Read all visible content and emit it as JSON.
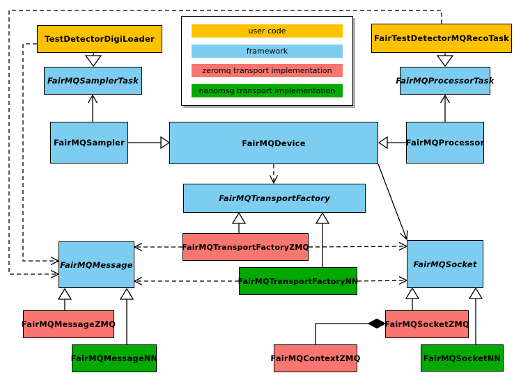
{
  "legend": {
    "items": [
      {
        "label": "user code",
        "color": "#FCC200",
        "class": "gold"
      },
      {
        "label": "framework",
        "color": "#7DCDF0",
        "class": "blue"
      },
      {
        "label": "zeromq transport implementation",
        "color": "#F9756F",
        "class": "red"
      },
      {
        "label": "nanomsg transport implementation",
        "color": "#01A901",
        "class": "green"
      }
    ]
  },
  "nodes": {
    "digiloader": {
      "label": "TestDetectorDigiLoader",
      "category": "user code",
      "abstract": false
    },
    "recotask": {
      "label": "FairTestDetectorMQRecoTask",
      "category": "user code",
      "abstract": false
    },
    "samplertask": {
      "label": "FairMQSamplerTask",
      "category": "framework",
      "abstract": true
    },
    "processortask": {
      "label": "FairMQProcessorTask",
      "category": "framework",
      "abstract": true
    },
    "sampler": {
      "label": "FairMQSampler",
      "category": "framework",
      "abstract": false
    },
    "device": {
      "label": "FairMQDevice",
      "category": "framework",
      "abstract": false
    },
    "processor": {
      "label": "FairMQProcessor",
      "category": "framework",
      "abstract": false
    },
    "transportfactory": {
      "label": "FairMQTransportFactory",
      "category": "framework",
      "abstract": true
    },
    "tfzmq": {
      "label": "FairMQTransportFactoryZMQ",
      "category": "zeromq transport implementation",
      "abstract": false
    },
    "tfnn": {
      "label": "FairMQTransportFactoryNN",
      "category": "nanomsg transport implementation",
      "abstract": false
    },
    "message": {
      "label": "FairMQMessage",
      "category": "framework",
      "abstract": true
    },
    "socket": {
      "label": "FairMQSocket",
      "category": "framework",
      "abstract": true
    },
    "messagezmq": {
      "label": "FairMQMessageZMQ",
      "category": "zeromq transport implementation",
      "abstract": false
    },
    "messagenn": {
      "label": "FairMQMessageNN",
      "category": "nanomsg transport implementation",
      "abstract": false
    },
    "contextzmq": {
      "label": "FairMQContextZMQ",
      "category": "zeromq transport implementation",
      "abstract": false
    },
    "socketzmq": {
      "label": "FairMQSocketZMQ",
      "category": "zeromq transport implementation",
      "abstract": false
    },
    "socketnn": {
      "label": "FairMQSocketNN",
      "category": "nanomsg transport implementation",
      "abstract": false
    }
  },
  "edges": [
    {
      "from": "digiloader",
      "to": "samplertask",
      "type": "generalization-hollow-triangle"
    },
    {
      "from": "recotask",
      "to": "processortask",
      "type": "generalization-hollow-triangle"
    },
    {
      "from": "sampler",
      "to": "samplertask",
      "type": "generalization-open-arrow"
    },
    {
      "from": "processor",
      "to": "processortask",
      "type": "generalization-open-arrow"
    },
    {
      "from": "sampler",
      "to": "device",
      "type": "generalization-hollow-triangle"
    },
    {
      "from": "processor",
      "to": "device",
      "type": "generalization-hollow-triangle"
    },
    {
      "from": "device",
      "to": "transportfactory",
      "type": "dashed-dependency"
    },
    {
      "from": "device",
      "to": "socket",
      "type": "association-open-arrow"
    },
    {
      "from": "tfzmq",
      "to": "transportfactory",
      "type": "generalization-hollow-triangle"
    },
    {
      "from": "tfnn",
      "to": "transportfactory",
      "type": "generalization-hollow-triangle"
    },
    {
      "from": "tfzmq",
      "to": "message",
      "type": "dashed-dependency"
    },
    {
      "from": "tfzmq",
      "to": "socket",
      "type": "dashed-dependency"
    },
    {
      "from": "tfnn",
      "to": "message",
      "type": "dashed-dependency"
    },
    {
      "from": "tfnn",
      "to": "socket",
      "type": "dashed-dependency"
    },
    {
      "from": "digiloader",
      "to": "message",
      "type": "dashed-dependency"
    },
    {
      "from": "recotask",
      "to": "message",
      "type": "dashed-dependency"
    },
    {
      "from": "messagezmq",
      "to": "message",
      "type": "generalization-hollow-triangle"
    },
    {
      "from": "messagenn",
      "to": "message",
      "type": "generalization-hollow-triangle"
    },
    {
      "from": "socketzmq",
      "to": "socket",
      "type": "generalization-hollow-triangle"
    },
    {
      "from": "socketnn",
      "to": "socket",
      "type": "generalization-hollow-triangle"
    },
    {
      "from": "contextzmq",
      "to": "socketzmq",
      "type": "composition-filled-diamond"
    }
  ]
}
